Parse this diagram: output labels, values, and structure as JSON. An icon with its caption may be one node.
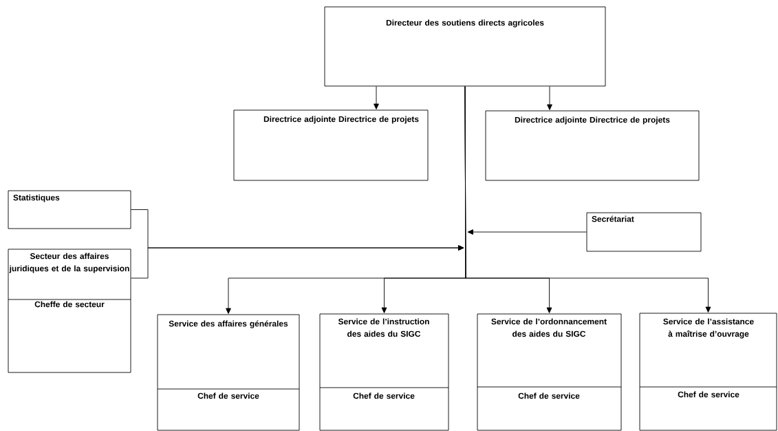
{
  "diagram": {
    "nodes": [
      {
        "text": [
          "Directeur des soutiens directs agricoles"
        ]
      },
      {
        "text": [
          "Directrice adjointe Directrice de projets"
        ]
      },
      {
        "text": [
          "Directrice adjointe Directrice de projets"
        ]
      },
      {
        "text": [
          "Statistiques"
        ]
      },
      {
        "text": [
          "Secteur des affaires juridiques et de la supervision",
          "Cheffe de secteur"
        ]
      },
      {
        "text": [
          "Secrétariat"
        ]
      },
      {
        "text": [
          "Service des affaires générales",
          "Chef de service"
        ]
      },
      {
        "text": [
          "Service de l’instruction des aides du SIGC",
          "Chef de service"
        ]
      },
      {
        "text": [
          "Service de l’ordonnancement des aides du SIGC",
          "Chef de service"
        ]
      },
      {
        "text": [
          "Service de l’assistance à maîtrise d’ouvrage",
          "Chef de service"
        ]
      }
    ],
    "edges": [
      {
        "from": 0,
        "to": 1,
        "arrow": "to"
      },
      {
        "from": 0,
        "to": 2,
        "arrow": "to"
      },
      {
        "from": 3,
        "to": null,
        "arrow": "to"
      },
      {
        "from": 4,
        "to": null,
        "arrow": "to"
      },
      {
        "from": 5,
        "to": null,
        "arrow": "to"
      },
      {
        "from": 0,
        "to": 6,
        "arrow": "to"
      },
      {
        "from": 0,
        "to": 7,
        "arrow": "to"
      },
      {
        "from": 0,
        "to": 8,
        "arrow": "to"
      },
      {
        "from": 0,
        "to": 9,
        "arrow": "to"
      }
    ]
  }
}
